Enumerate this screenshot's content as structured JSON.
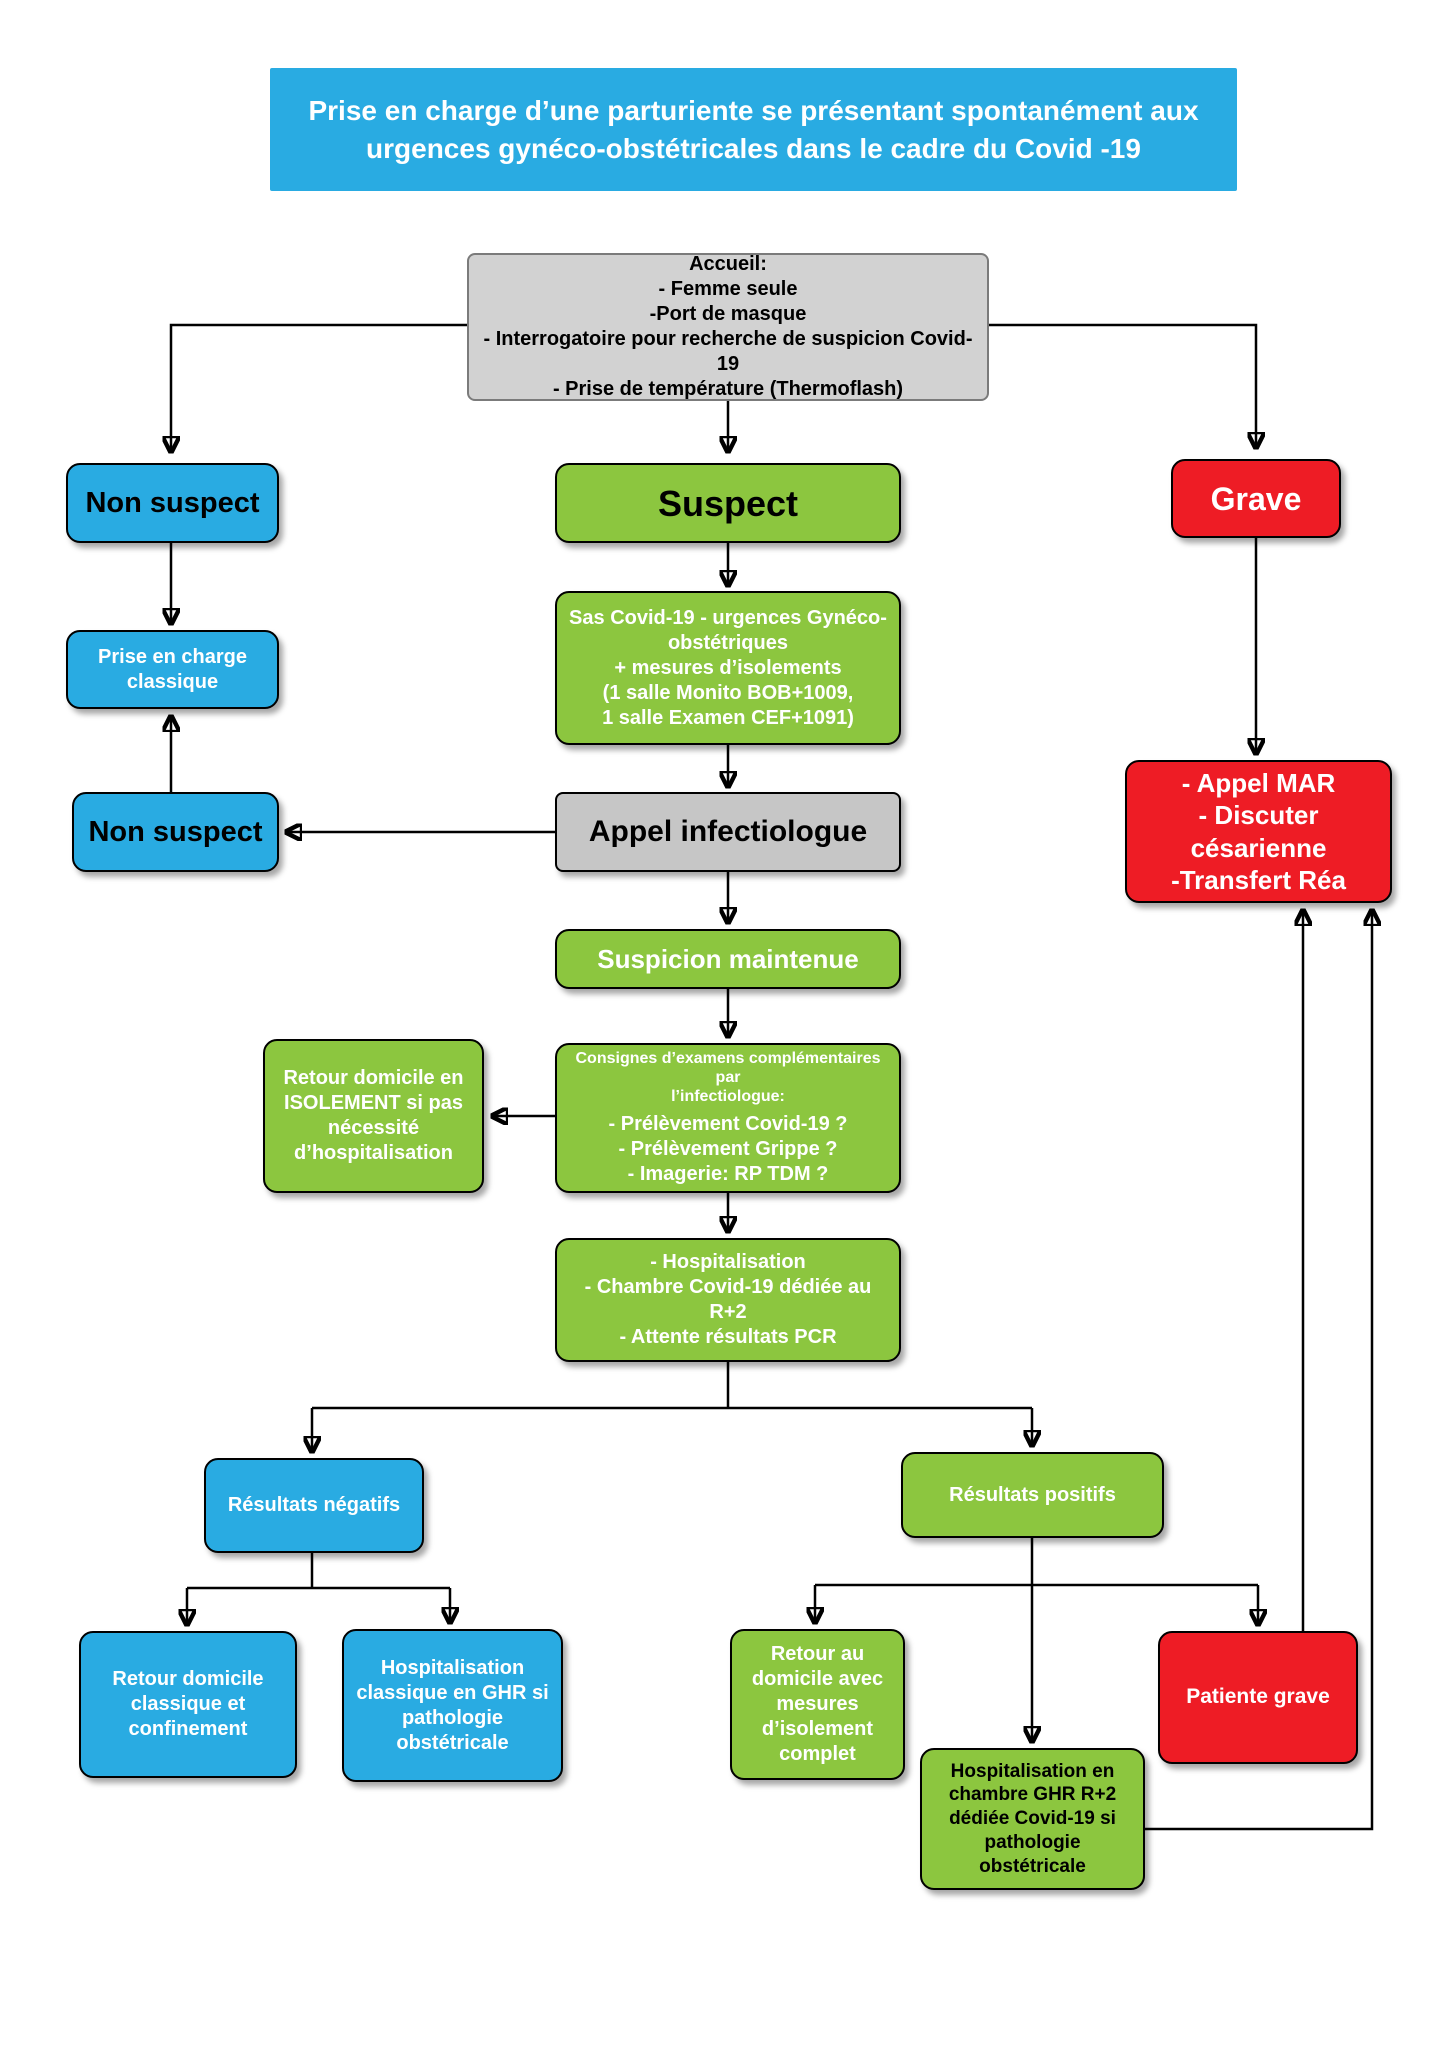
{
  "title": {
    "text": "Prise en charge d’une parturiente se présentant spontanément aux\nurgences gynéco-obstétricales dans le cadre du Covid -19"
  },
  "colors": {
    "blue": "#29abe2",
    "green": "#8cc63f",
    "red": "#ee1c25",
    "gray": "#d2d2d2",
    "gray_dark": "#c6c6c6",
    "line": "#000000"
  },
  "nodes": {
    "accueil": {
      "text": "Accueil:\n- Femme seule\n-Port de masque\n- Interrogatoire pour recherche de suspicion Covid-19\n- Prise de température (Thermoflash)"
    },
    "non_suspect_1": {
      "text": "Non suspect"
    },
    "suspect": {
      "text": "Suspect"
    },
    "grave": {
      "text": "Grave"
    },
    "prise_en_charge_classique": {
      "text": "Prise en charge\nclassique"
    },
    "sas_covid": {
      "text": "Sas Covid-19 - urgences Gynéco-\nobstétriques\n+ mesures d’isolements\n(1 salle Monito BOB+1009,\n1 salle Examen CEF+1091)"
    },
    "non_suspect_2": {
      "text": "Non suspect"
    },
    "appel_infectiologue": {
      "text": "Appel infectiologue"
    },
    "suspicion_maintenue": {
      "text": "Suspicion maintenue"
    },
    "retour_isolement": {
      "text": "Retour domicile en\nISOLEMENT si pas\nnécessité\nd’hospitalisation"
    },
    "consignes": {
      "header": "Consignes d’examens complémentaires par\nl’infectiologue:",
      "items": "- Prélèvement Covid-19 ?\n- Prélèvement Grippe ?\n- Imagerie: RP TDM ?"
    },
    "hospitalisation": {
      "text": "- Hospitalisation\n- Chambre Covid-19 dédiée au R+2\n- Attente résultats PCR"
    },
    "appel_mar": {
      "text": "- Appel MAR\n- Discuter césarienne\n-Transfert Réa"
    },
    "resultats_negatifs": {
      "text": "Résultats négatifs"
    },
    "resultats_positifs": {
      "text": "Résultats positifs"
    },
    "retour_confinement": {
      "text": "Retour domicile\nclassique et\nconfinement"
    },
    "hospit_ghr": {
      "text": "Hospitalisation\nclassique en GHR si\npathologie\nobstétricale"
    },
    "retour_isolement_complet": {
      "text": "Retour au\ndomicile avec\nmesures\nd’isolement\ncomplet"
    },
    "hospit_ghr_r2": {
      "text": "Hospitalisation en\nchambre GHR R+2\ndédiée Covid-19 si\npathologie obstétricale"
    },
    "patiente_grave": {
      "text": "Patiente grave"
    }
  }
}
